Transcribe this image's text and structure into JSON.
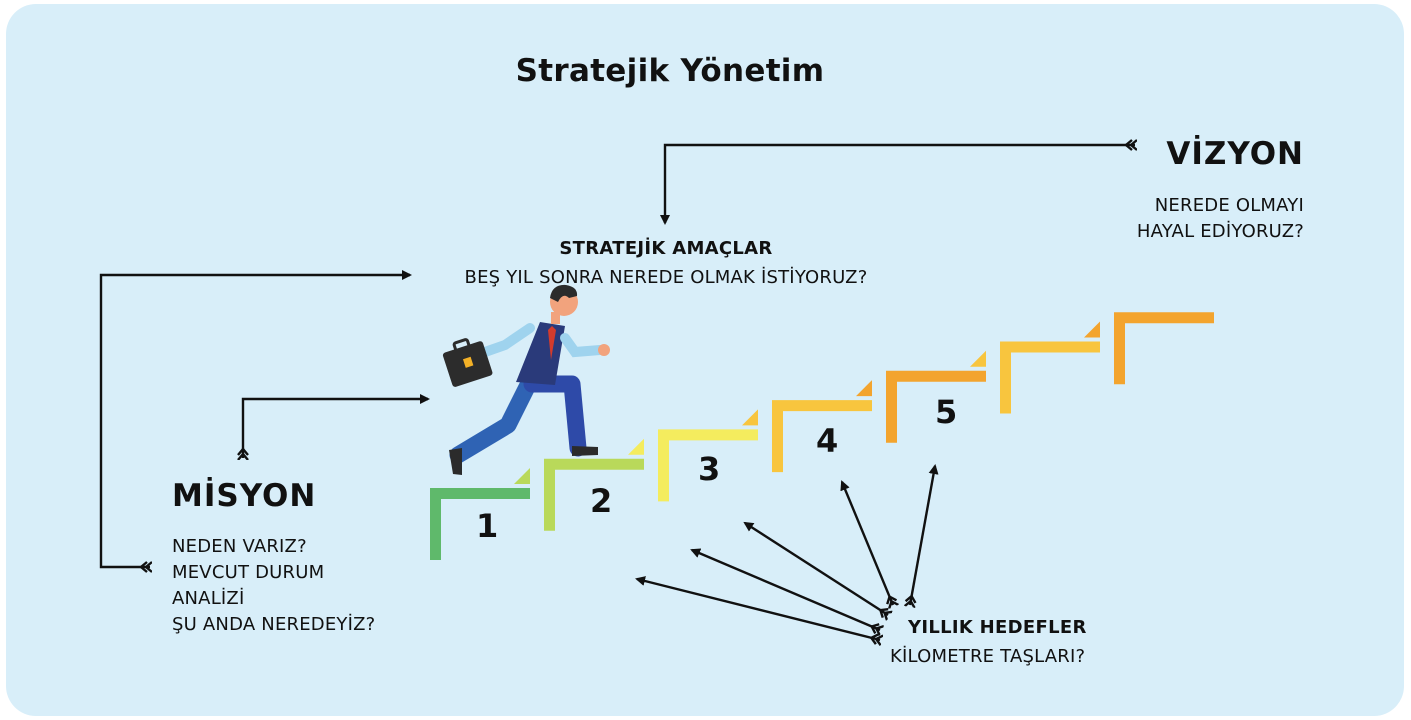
{
  "title": "Stratejik Yönetim",
  "vision": {
    "heading": "VİZYON",
    "line1": "NEREDE OLMAYI",
    "line2": "HAYAL EDİYORUZ?"
  },
  "strategic_goals": {
    "heading": "STRATEJİK AMAÇLAR",
    "line1": "BEŞ YIL SONRA NEREDE OLMAK İSTİYORUZ?"
  },
  "mission": {
    "heading": "MİSYON",
    "line1": "NEDEN VARIZ?",
    "line2": "MEVCUT DURUM",
    "line3": "ANALİZİ",
    "line4": "ŞU ANDA NEREDEYİZ?"
  },
  "annual_goals": {
    "heading": "YILLIK HEDEFLER",
    "line1": "KİLOMETRE TAŞLARI?"
  },
  "steps": {
    "labels": [
      "1",
      "2",
      "3",
      "4",
      "5"
    ],
    "colors": [
      "#5fb96b",
      "#b9d95a",
      "#f4ec5e",
      "#f8c53e",
      "#f3a42e",
      "#f8c53e",
      "#f3a42e"
    ]
  },
  "figure": "businessman-climbing-stairs-illustration"
}
